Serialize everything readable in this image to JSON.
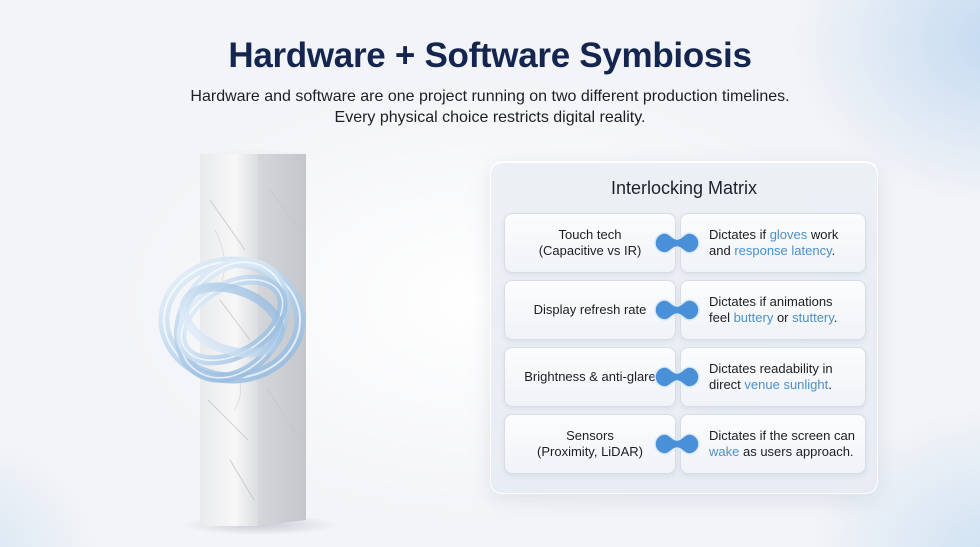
{
  "header": {
    "title": "Hardware + Software Symbiosis",
    "subtitle_line1": "Hardware and software are one project running on two different production timelines.",
    "subtitle_line2": "Every physical choice restricts digital reality."
  },
  "matrix": {
    "title": "Interlocking Matrix",
    "rows": [
      {
        "left_line1": "Touch tech",
        "left_line2": "(Capacitive vs IR)",
        "r1_pre": "Dictates if ",
        "r1_hl": "gloves",
        "r1_post": " work",
        "r2_pre": "and ",
        "r2_hl": "response latency",
        "r2_post": "."
      },
      {
        "left_line1": "Display refresh rate",
        "left_line2": "",
        "r1_pre": "Dictates if animations",
        "r1_hl": "",
        "r1_post": "",
        "r2_pre": "feel ",
        "r2_hl": "buttery",
        "r2_mid": " or ",
        "r2_hl2": "stuttery",
        "r2_post": "."
      },
      {
        "left_line1": "Brightness & anti-glare",
        "left_line2": "",
        "r1_pre": "Dictates readability in",
        "r1_hl": "",
        "r1_post": "",
        "r2_pre": "direct ",
        "r2_hl": "venue sunlight",
        "r2_post": "."
      },
      {
        "left_line1": "Sensors",
        "left_line2": "(Proximity, LiDAR)",
        "r1_pre": "Dictates if the screen can",
        "r1_hl": "",
        "r1_post": "",
        "r2_pre": "",
        "r2_hl": "wake",
        "r2_post": " as users approach."
      }
    ]
  },
  "colors": {
    "title": "#14264f",
    "accent": "#4c8fc9",
    "connector": "#4a90d9"
  },
  "icons": {
    "sculpture": "marble-pillar-with-glass-rings-icon",
    "connector": "link-connector-icon"
  }
}
